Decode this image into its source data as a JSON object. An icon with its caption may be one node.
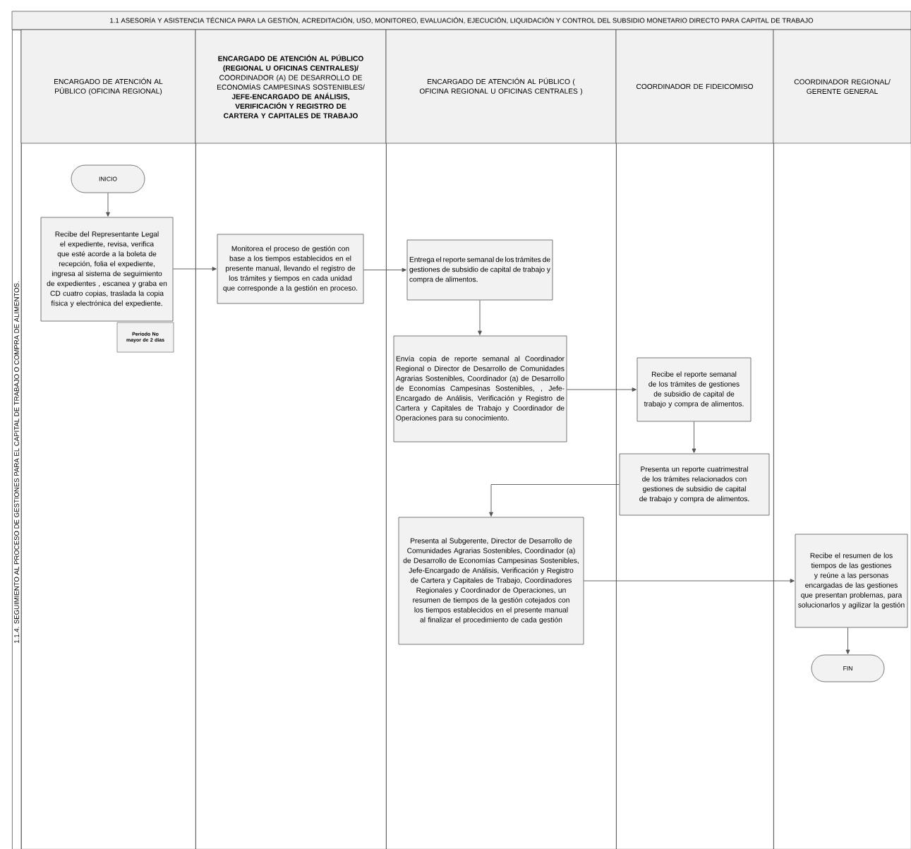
{
  "diagram": {
    "title": "1.1 ASESORÍA Y ASISTENCIA TÉCNICA PARA LA GESTIÓN, ACREDITACIÓN, USO, MONITOREO, EVALUACIÓN, EJECUCIÓN, LIQUIDACIÓN Y CONTROL DEL SUBSIDIO MONETARIO DIRECTO PARA CAPITAL DE TRABAJO",
    "nodes": [
      {
        "text": [
          "1.1.4. SEGUIMIENTO AL PROCESO DE GESTIONES PARA EL CAPITAL DE TRABAJO O COMPRA DE ALIMENTOS."
        ]
      },
      {
        "text": [
          "ENCARGADO DE ATENCIÓN AL PÚBLICO (OFICINA REGIONAL)"
        ],
        "in": 0
      },
      {
        "text": [
          "**ENCARGADO DE ATENCIÓN AL PÚBLICO (REGIONAL U OFICINAS CENTRALES)/** COORDINADOR (A) DE DESARROLLO DE ECONOMÍAS CAMPESINAS SOSTENIBLES/ **JEFE-ENCARGADO DE ANÁLISIS, VERIFICACIÓN Y REGISTRO DE CARTERA Y CAPITALES DE TRABAJO**"
        ],
        "in": 0
      },
      {
        "text": [
          "ENCARGADO DE ATENCIÓN AL PÚBLICO ( OFICINA REGIONAL U OFICINAS CENTRALES )"
        ],
        "in": 0
      },
      {
        "text": [
          "COORDINADOR DE FIDEICOMISO"
        ],
        "in": 0
      },
      {
        "text": [
          "COORDINADOR REGIONAL/ GERENTE GENERAL"
        ],
        "in": 0
      },
      {
        "text": [
          "INICIO"
        ],
        "in": 1
      },
      {
        "text": [
          "Recibe del Representante Legal el expediente, revisa, verifica que esté acorde a la boleta de recepción, folia el expediente, ingresa al sistema de seguimiento de expedientes , escanea y graba en CD cuatro copias, traslada la copia física y electrónica del expediente."
        ],
        "in": 1
      },
      {
        "text": [
          "Periodo No mayor de 2 días"
        ],
        "in": 1
      },
      {
        "text": [
          "Monitorea el proceso de gestión con base a los tiempos establecidos en el presente manual, llevando el registro de los trámites y tiempos en cada unidad que corresponde a la gestión en proceso."
        ],
        "in": 2
      },
      {
        "text": [
          "Entrega el reporte semanal de los trámites de gestiones de subsidio de capital de trabajo y compra de alimentos."
        ],
        "in": 3
      },
      {
        "text": [
          "Envía copia de reporte semanal al Coordinador Regional o Director de Desarrollo de Comunidades Agrarias Sostenibles, Coordinador (a) de Desarrollo de Economías Campesinas Sostenibles, , Jefe-Encargado de Análisis, Verificación y Registro de Cartera y Capitales de Trabajo y Coordinador de Operaciones para su conocimiento."
        ],
        "in": 3
      },
      {
        "text": [
          "Recibe  el reporte semanal de los trámites de gestiones de subsidio de capital de trabajo y compra de alimentos."
        ],
        "in": 4
      },
      {
        "text": [
          "Presenta un reporte cuatrimestral de los trámites relacionados con gestiones de subsidio de capital de trabajo y compra de alimentos."
        ],
        "in": 4
      },
      {
        "text": [
          "Presenta al Subgerente, Director de Desarrollo de Comunidades Agrarias Sostenibles, Coordinador (a) de Desarrollo de Economías Campesinas Sostenibles, Jefe-Encargado de Análisis, Verificación y Registro de Cartera y Capitales de Trabajo,  Coordinadores Regionales y Coordinador de Operaciones, un resumen de tiempos de la gestión cotejados con los tiempos establecidos en el presente manual al finalizar el procedimiento de cada gestión"
        ],
        "in": 3
      },
      {
        "text": [
          "Recibe el resumen de los tiempos de las gestiones y reúne a las personas encargadas de las gestiones que presentan problemas, para solucionarlos y agilizar la gestión"
        ],
        "in": 5
      },
      {
        "text": [
          "FIN"
        ],
        "in": 5
      }
    ],
    "edges": [
      {
        "from": 6,
        "to": 7,
        "arrow": "to"
      },
      {
        "from": 7,
        "to": 9,
        "arrow": "to"
      },
      {
        "from": 9,
        "to": 10,
        "arrow": "to"
      },
      {
        "from": 10,
        "to": 11,
        "arrow": "to"
      },
      {
        "from": 11,
        "to": 12,
        "arrow": "to"
      },
      {
        "from": 12,
        "to": 13,
        "arrow": "to"
      },
      {
        "from": 13,
        "to": 14,
        "arrow": "to"
      },
      {
        "from": 14,
        "to": 15,
        "arrow": "to"
      },
      {
        "from": 15,
        "to": 16,
        "arrow": "to"
      }
    ]
  }
}
